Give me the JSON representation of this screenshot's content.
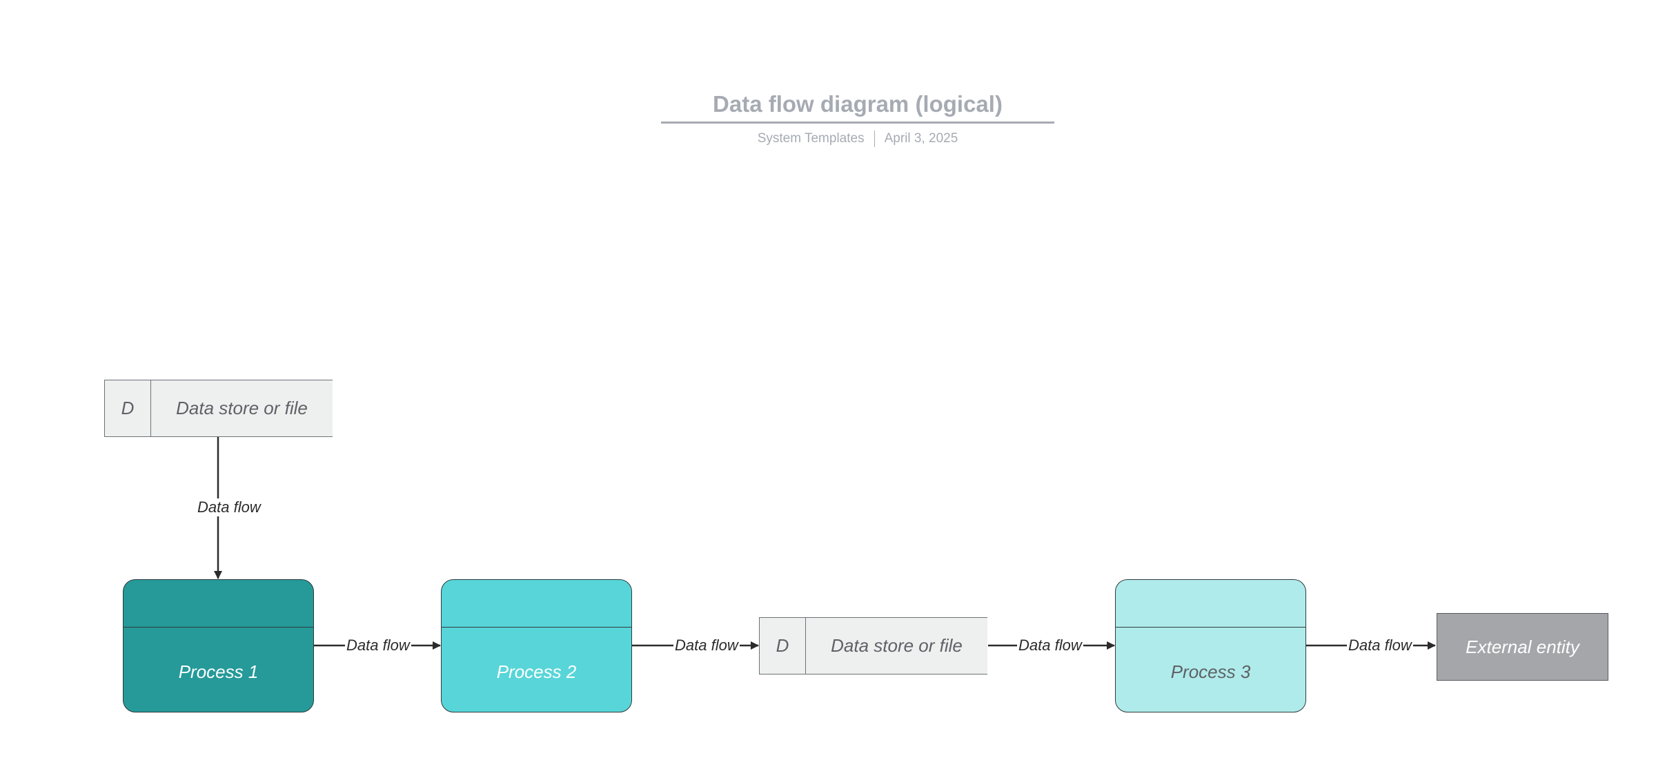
{
  "header": {
    "title": "Data flow diagram (logical)",
    "author": "System Templates",
    "date": "April 3, 2025"
  },
  "colors": {
    "process1": "#259a99",
    "process2": "#58d5d8",
    "process3": "#afebea",
    "data_store": "#eef0ef",
    "external_entity": "#a5a6aa"
  },
  "nodes": {
    "store_top": {
      "id": "D",
      "label": "Data store or file"
    },
    "store_mid": {
      "id": "D",
      "label": "Data store or file"
    },
    "process1": {
      "label": "Process 1"
    },
    "process2": {
      "label": "Process 2"
    },
    "process3": {
      "label": "Process 3"
    },
    "entity": {
      "label": "External entity"
    }
  },
  "flows": {
    "f1": "Data flow",
    "f2": "Data flow",
    "f3": "Data flow",
    "f4": "Data flow",
    "f5": "Data flow"
  }
}
